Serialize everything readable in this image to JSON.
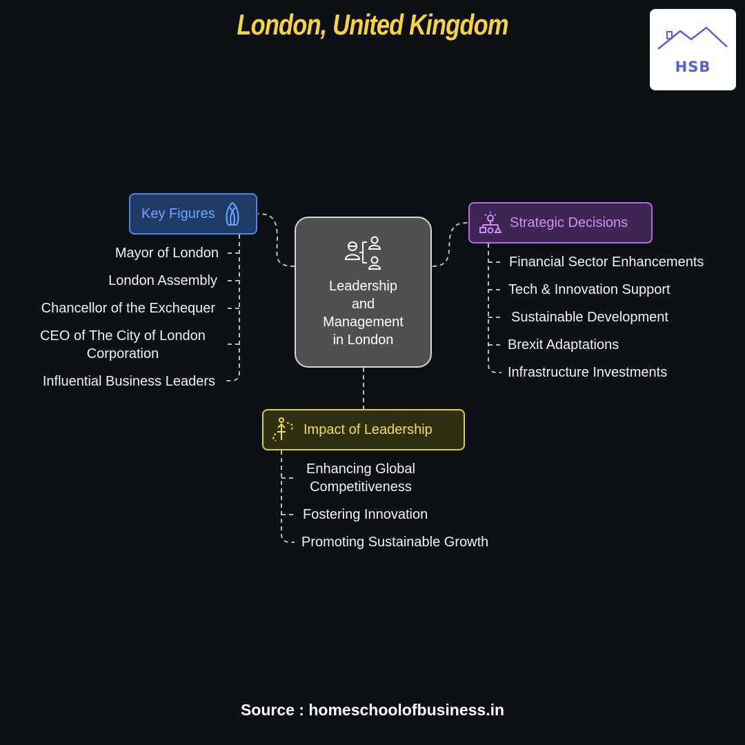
{
  "title": "London, United Kingdom",
  "logo": {
    "text": "HSB"
  },
  "center": {
    "lines": [
      "Leadership",
      "and",
      "Management",
      "in London"
    ]
  },
  "key_figures": {
    "label": "Key Figures",
    "icon": "gherkin-building-icon",
    "items": [
      "Mayor of London",
      "London Assembly",
      "Chancellor of the Exchequer",
      "CEO of The City of London",
      "Corporation",
      "Influential Business Leaders"
    ]
  },
  "strategic_decisions": {
    "label": "Strategic Decisions",
    "icon": "strategy-hierarchy-icon",
    "items": [
      "Financial Sector Enhancements",
      "Tech & Innovation Support",
      "Sustainable Development",
      "Brexit Adaptations",
      "Infrastructure Investments"
    ]
  },
  "impact": {
    "label": "Impact of Leadership",
    "icon": "person-arrow-icon",
    "items": [
      "Enhancing Global",
      "Competitiveness",
      "Fostering Innovation",
      "Promoting Sustainable Growth"
    ]
  },
  "source": "Source : homeschoolofbusiness.in",
  "colors": {
    "background": "#0c0f14",
    "title": "#f7d33f",
    "key_figures": "#4e86e8",
    "strategic_decisions": "#b46be6",
    "impact": "#ddcf3a",
    "center": "#505050"
  }
}
